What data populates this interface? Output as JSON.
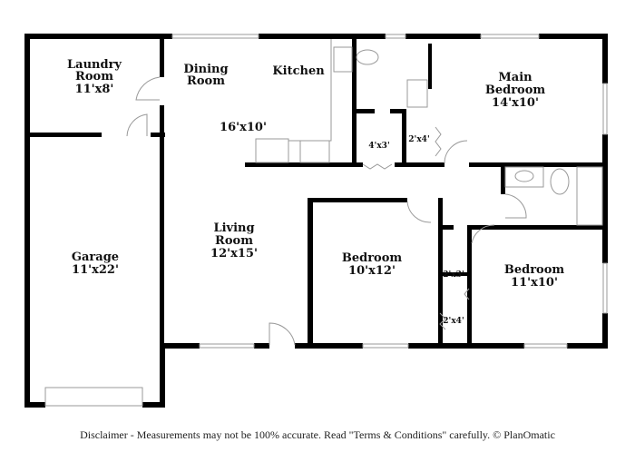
{
  "rooms": {
    "laundry": {
      "name1": "Laundry",
      "name2": "Room",
      "size": "11'x8'"
    },
    "dining": {
      "name1": "Dining",
      "name2": "Room"
    },
    "kitchen": {
      "name": "Kitchen",
      "size": "16'x10'"
    },
    "main_bedroom": {
      "name1": "Main",
      "name2": "Bedroom",
      "size": "14'x10'"
    },
    "garage": {
      "name": "Garage",
      "size": "11'x22'"
    },
    "living": {
      "name1": "Living",
      "name2": "Room",
      "size": "12'x15'"
    },
    "bedroom1": {
      "name": "Bedroom",
      "size": "10'x12'"
    },
    "bedroom2": {
      "name": "Bedroom",
      "size": "11'x10'"
    },
    "closet_a": {
      "size": "4'x3'"
    },
    "closet_b": {
      "size": "2'x4'"
    },
    "closet_c": {
      "size": "2'x3'"
    },
    "closet_d": {
      "size": "2'x4'"
    }
  },
  "disclaimer": "Disclaimer - Measurements may not be 100% accurate. Read \"Terms & Conditions\" carefully. © PlanOmatic"
}
